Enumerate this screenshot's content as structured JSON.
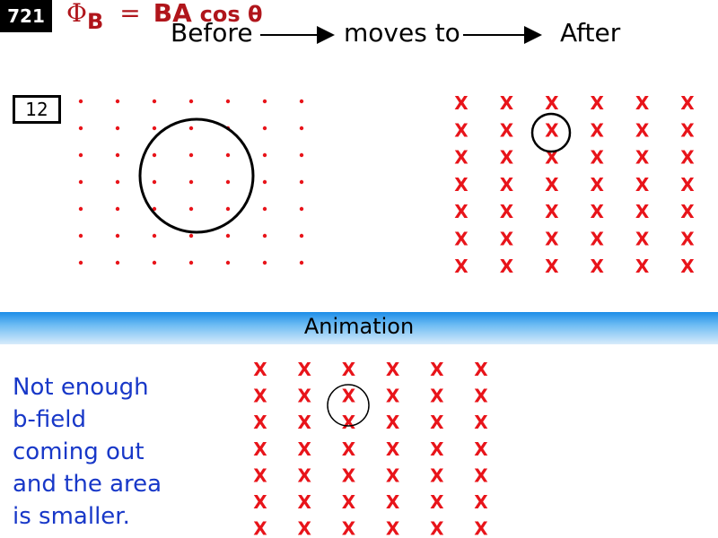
{
  "slide_number": "721",
  "formula": {
    "phi": "Φ",
    "sub": "B",
    "eq": "=",
    "ba": "BA",
    "cos": "cos θ"
  },
  "flow": {
    "before": "Before",
    "moves_to": "moves to",
    "after": "After"
  },
  "problem_number": "12",
  "animation_label": "Animation",
  "caption_lines": [
    "Not enough",
    "b-field",
    "coming out",
    "and the area",
    "is smaller."
  ],
  "x_symbol": "X",
  "colors": {
    "field": "#e8141a",
    "formula": "#b0151b",
    "caption": "#1838c8",
    "bar": "#1c8de8"
  }
}
